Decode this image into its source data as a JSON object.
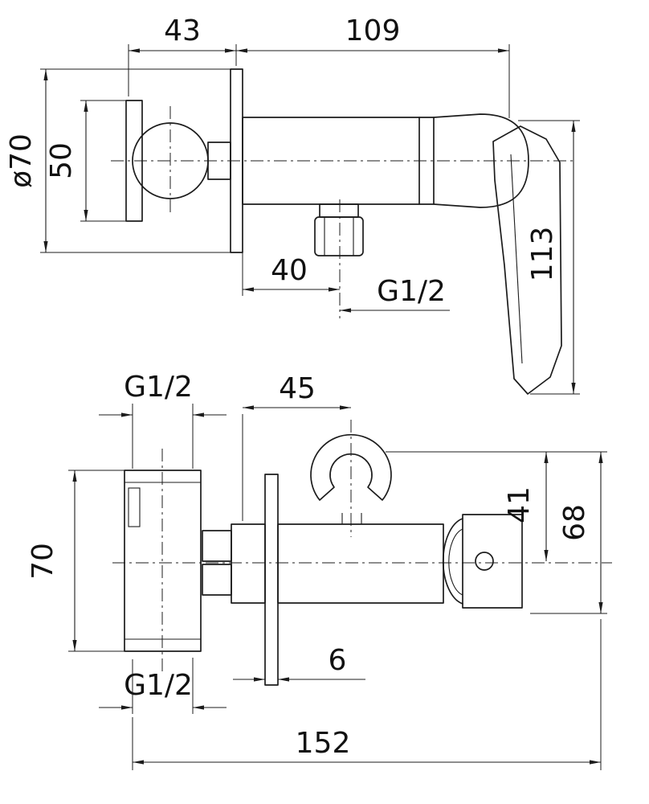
{
  "drawing": {
    "type": "technical-dimension-drawing",
    "subject": "wall-mounted bidet shower mixer, two orthographic views",
    "colors": {
      "line": "#1c1c1c",
      "background": "#ffffff"
    },
    "top_view": {
      "dim_43": "43",
      "dim_109": "109",
      "dim_dia70": "ø70",
      "dim_50": "50",
      "dim_40": "40",
      "thread_label": "G1/2",
      "dim_113": "113"
    },
    "bottom_view": {
      "thread_label_top": "G1/2",
      "dim_45": "45",
      "dim_41": "41",
      "dim_68": "68",
      "dim_70": "70",
      "dim_6": "6",
      "thread_label_bottom": "G1/2",
      "dim_152": "152"
    }
  }
}
